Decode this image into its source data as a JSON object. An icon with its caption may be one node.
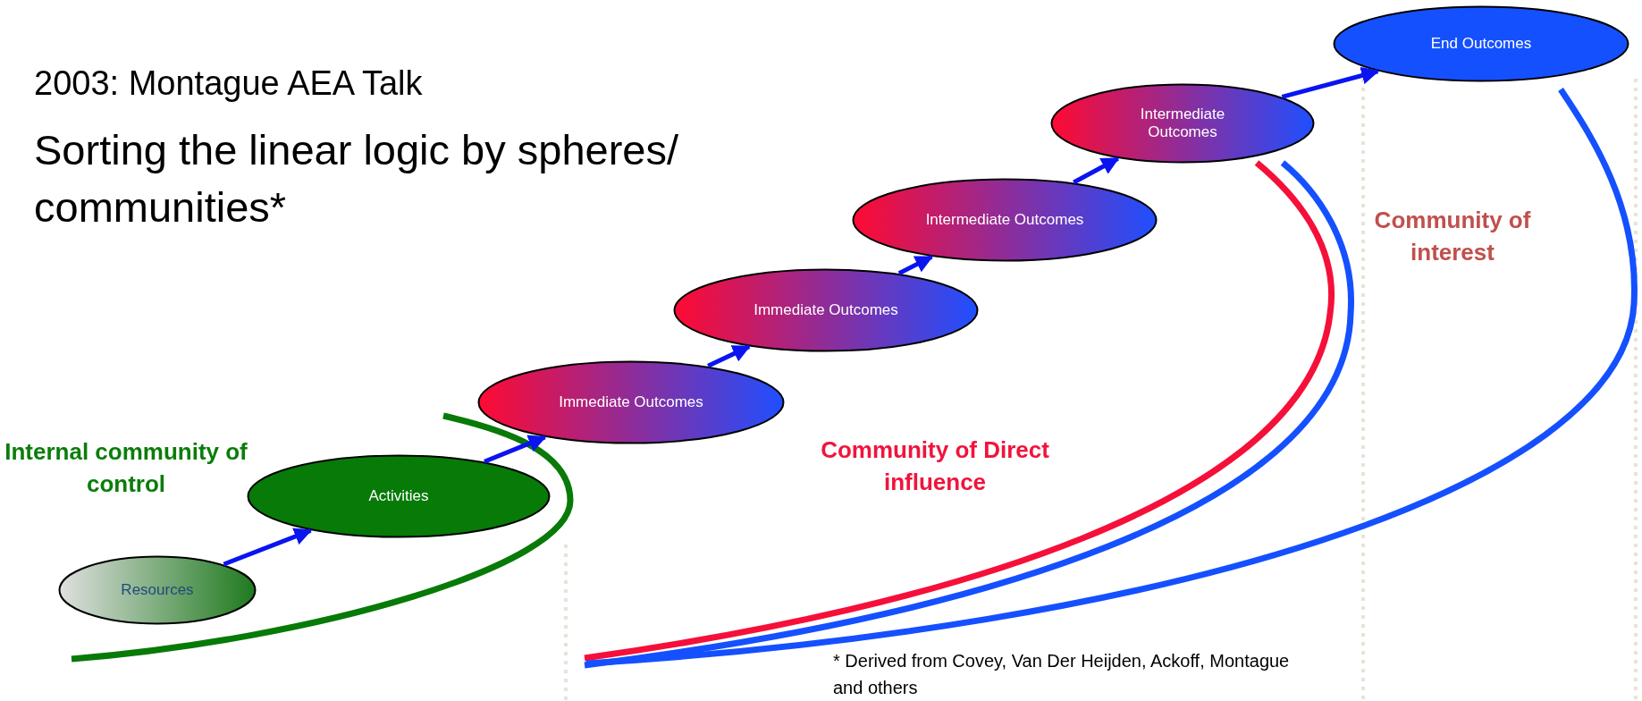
{
  "diagram": {
    "title": "2003: Montague AEA Talk",
    "nodes": [
      {
        "text": [
          "Resources"
        ]
      },
      {
        "text": [
          "Activities"
        ]
      },
      {
        "text": [
          "Immediate Outcomes"
        ]
      },
      {
        "text": [
          "Immediate Outcomes"
        ]
      },
      {
        "text": [
          "Intermediate Outcomes"
        ]
      },
      {
        "text": [
          "Intermediate Outcomes"
        ]
      },
      {
        "text": [
          "End Outcomes"
        ]
      }
    ],
    "edges": [
      {
        "from": 0,
        "to": 1,
        "arrow": "to"
      },
      {
        "from": 1,
        "to": 2,
        "arrow": "to"
      },
      {
        "from": 2,
        "to": 3,
        "arrow": "to"
      },
      {
        "from": 3,
        "to": 4,
        "arrow": "to"
      },
      {
        "from": 4,
        "to": 5,
        "arrow": "to"
      },
      {
        "from": 5,
        "to": 6,
        "arrow": "to"
      }
    ],
    "labels": [
      "Sorting the linear logic by spheres/ communities*",
      "Internal community of control",
      "Community of Direct influence",
      "Community of interest",
      "* Derived from Covey, Van Der Heijden, Ackoff, Montague and others"
    ]
  }
}
